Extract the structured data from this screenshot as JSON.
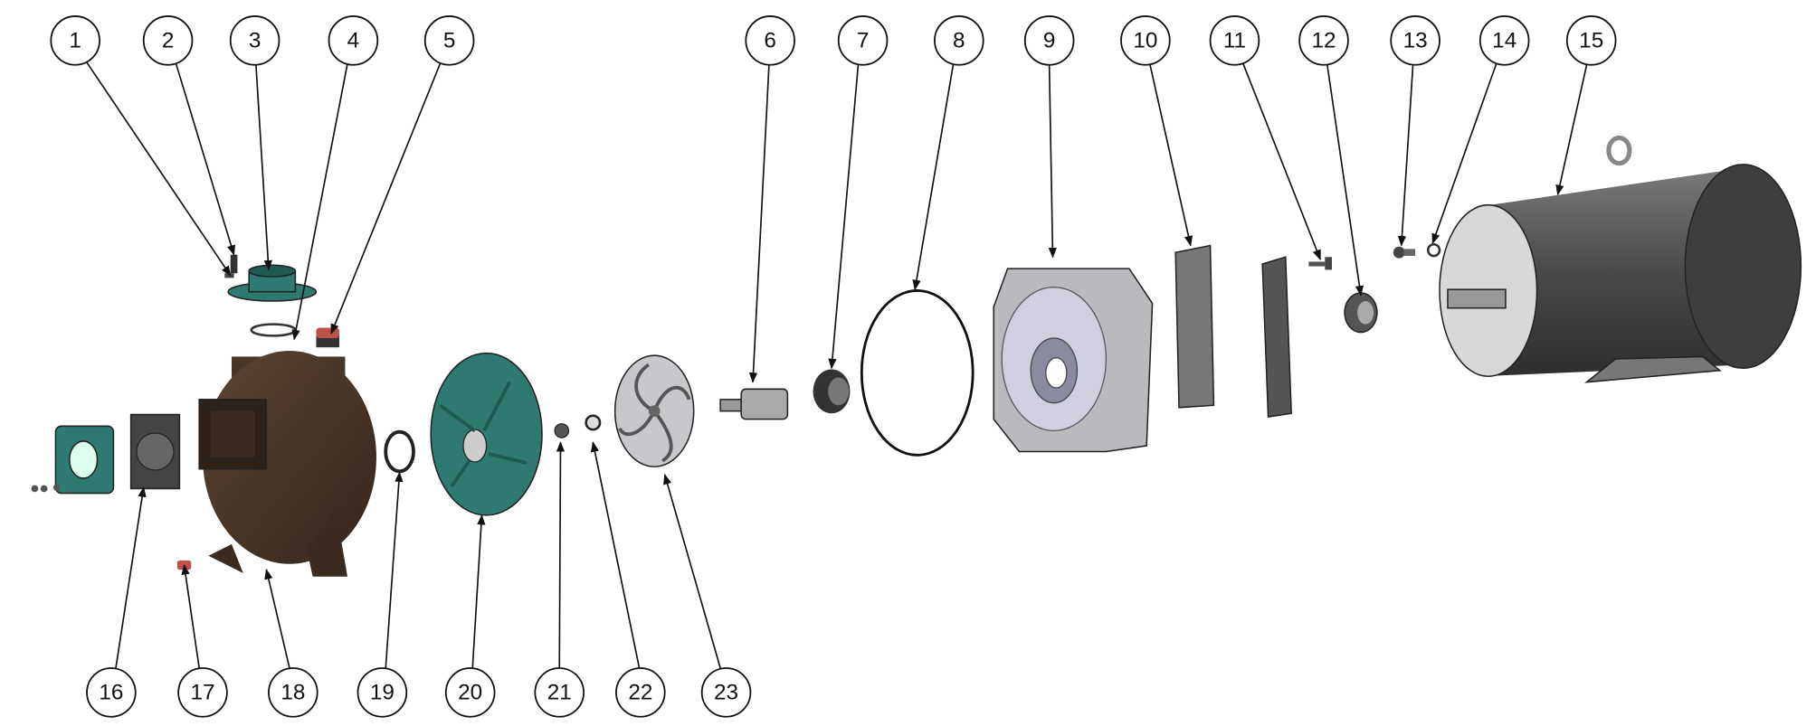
{
  "diagram": {
    "type": "exploded-parts-view",
    "balloons": [
      "1",
      "2",
      "3",
      "4",
      "5",
      "6",
      "7",
      "8",
      "9",
      "10",
      "11",
      "12",
      "13",
      "14",
      "15",
      "16",
      "17",
      "18",
      "19",
      "20",
      "21",
      "22",
      "23"
    ],
    "colors": {
      "teal_part": "#2f7a70",
      "housing_brown": "#4a3628",
      "red_plug": "#c0504d",
      "metal_grey": "#b9b9be",
      "motor_grey": "#555555"
    }
  }
}
